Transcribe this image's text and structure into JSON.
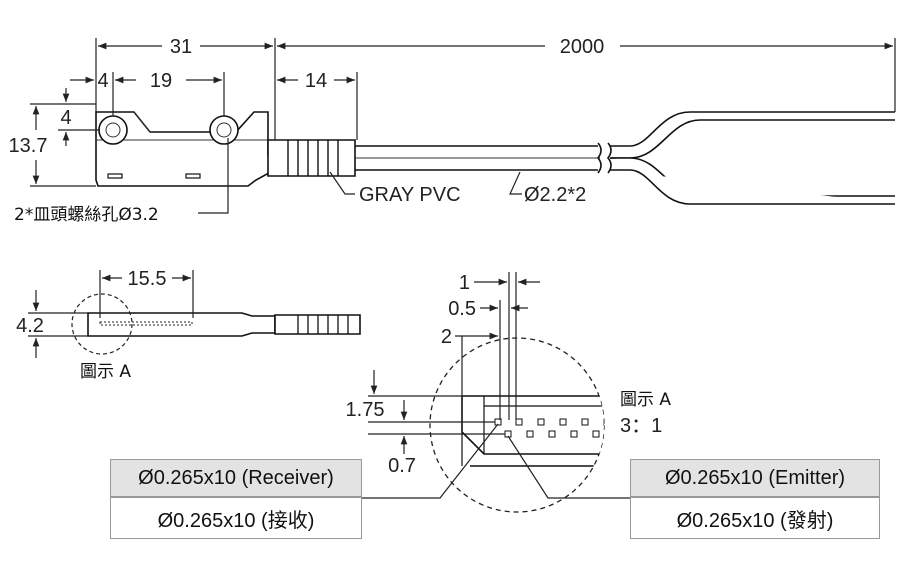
{
  "dimensions": {
    "d31": "31",
    "d2000": "2000",
    "d4_top": "4",
    "d19": "19",
    "d14": "14",
    "d4_side": "4",
    "d13_7": "13.7",
    "d15_5": "15.5",
    "d4_2": "4.2",
    "d1": "1",
    "d0_5": "0.5",
    "d2": "2",
    "d1_75": "1.75",
    "d0_7": "0.7"
  },
  "annotations": {
    "cable_material": "GRAY PVC",
    "cable_spec": "Ø2.2*2",
    "screw_hole": "2*皿頭螺絲孔Ø3.2",
    "view_a_marker": "圖示 A",
    "view_a_title": "圖示 A",
    "view_a_scale": "3：1"
  },
  "tables": {
    "receiver": {
      "header": "Ø0.265x10 (Receiver)",
      "body": "Ø0.265x10 (接收)"
    },
    "emitter": {
      "header": "Ø0.265x10 (Emitter)",
      "body": "Ø0.265x10 (發射)"
    }
  }
}
